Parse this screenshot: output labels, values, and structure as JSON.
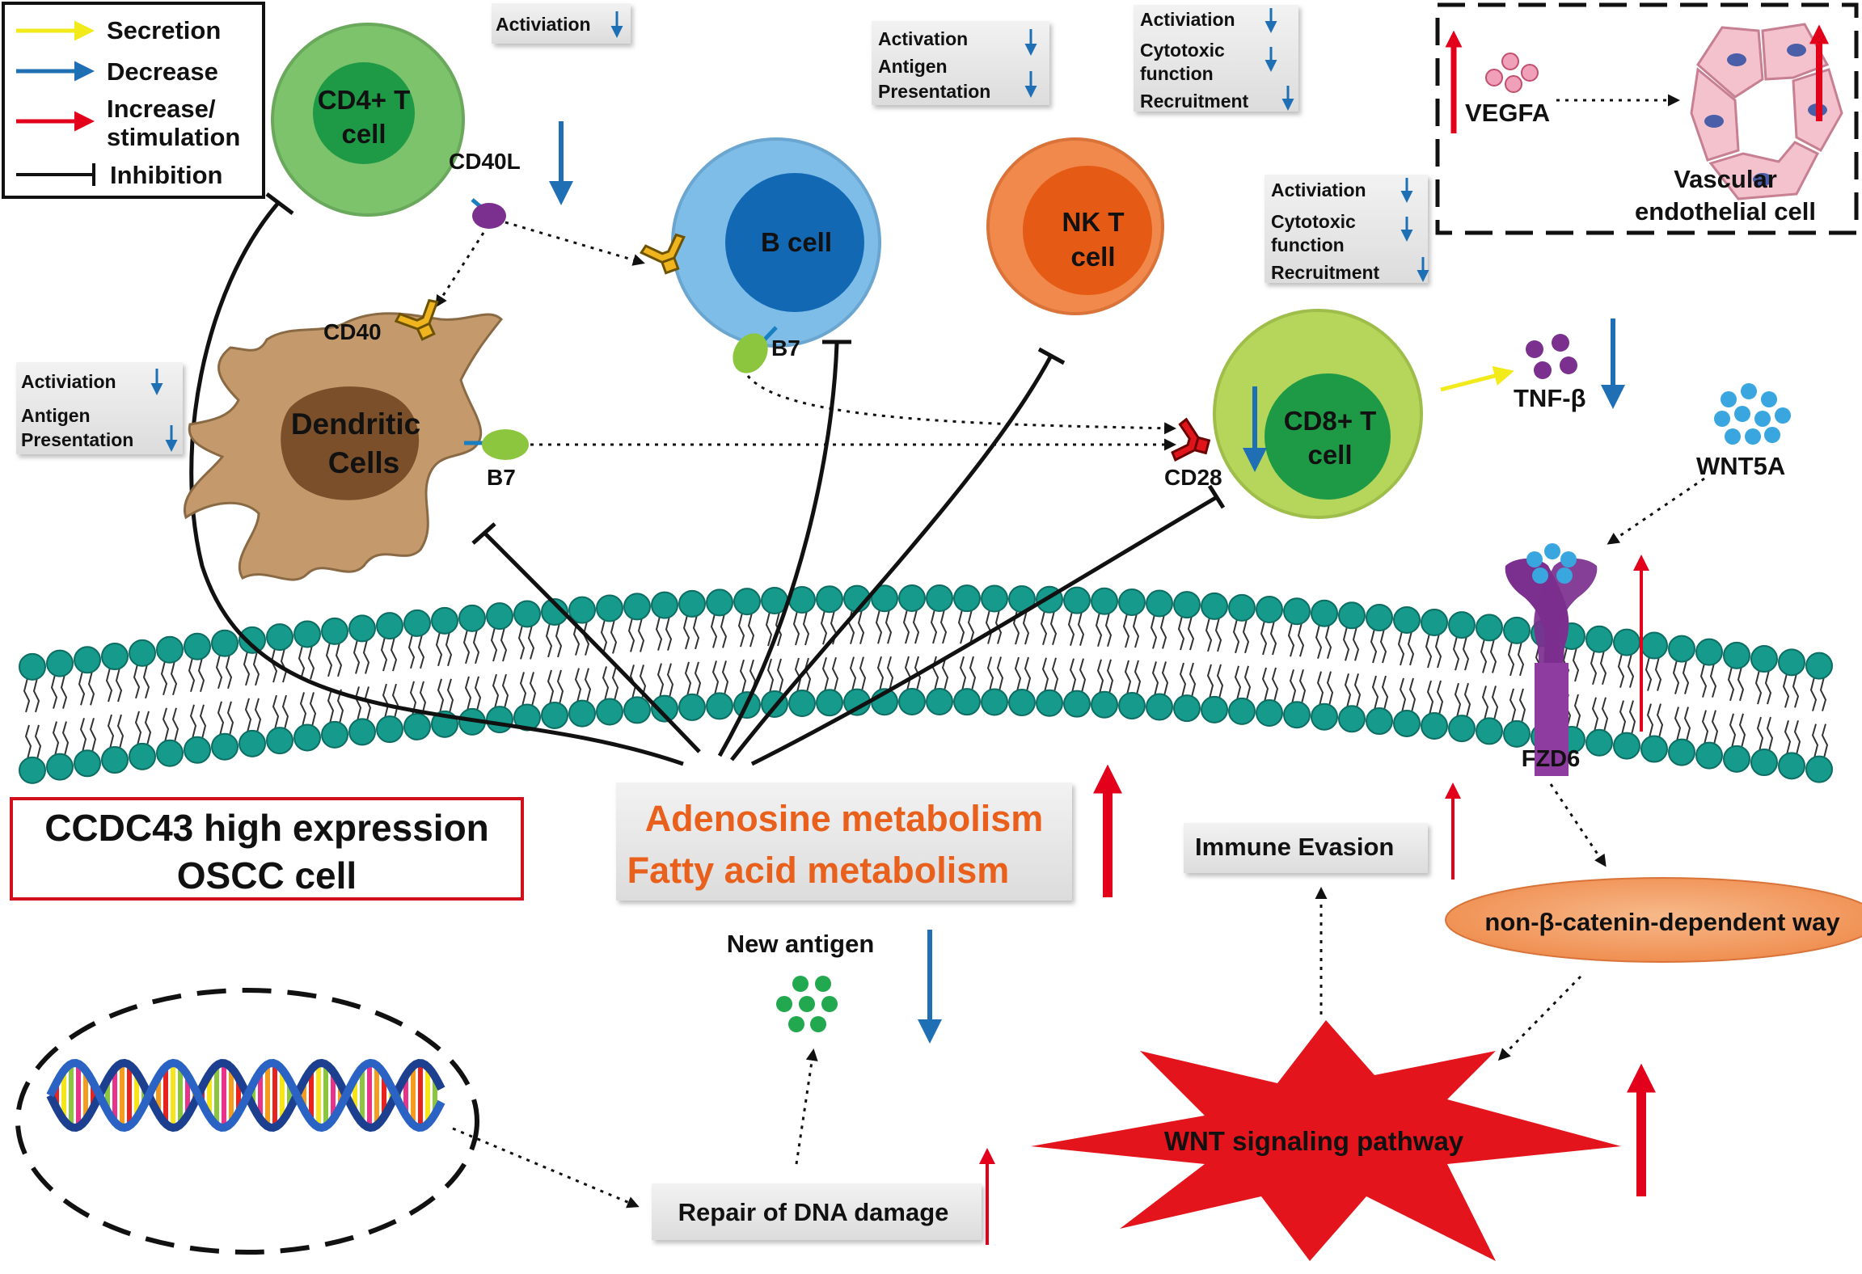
{
  "legend": {
    "secretion": "Secretion",
    "decrease": "Decrease",
    "increase_line1": "Increase/",
    "increase_line2": "stimulation",
    "inhibition": "Inhibition"
  },
  "cells": {
    "cd4_line1": "CD4+ T",
    "cd4_line2": "cell",
    "cd40l": "CD40L",
    "b_cell": "B cell",
    "b_b7": "B7",
    "nkt_line1": "NK T",
    "nkt_line2": "cell",
    "cd8_line1": "CD8+ T",
    "cd8_line2": "cell",
    "cd28": "CD28",
    "cd40": "CD40",
    "dc_line1": "Dendritic",
    "dc_line2": "Cells",
    "dc_b7": "B7"
  },
  "boxes": {
    "cd4_activation": "Activiation",
    "b_activation": "Activation",
    "b_antigen": "Antigen",
    "b_presentation": "Presentation",
    "nkt_activation": "Activiation",
    "nkt_cytotoxic": "Cytotoxic",
    "nkt_function": "function",
    "nkt_recruitment": "Recruitment",
    "cd8_activation": "Activiation",
    "cd8_cytotoxic": "Cytotoxic",
    "cd8_function": "function",
    "cd8_recruitment": "Recruitment",
    "dc_activation": "Activiation",
    "dc_antigen": "Antigen",
    "dc_presentation": "Presentation"
  },
  "vascular": {
    "vegfa": "VEGFA",
    "line1": "Vascular",
    "line2": "endothelial cell"
  },
  "secreted": {
    "tnf": "TNF-β",
    "wnt5a": "WNT5A",
    "fzd6": "FZD6"
  },
  "oscc": {
    "line1": "CCDC43 high expression",
    "line2": "OSCC cell"
  },
  "metabolism": {
    "line1": "Adenosine metabolism",
    "line2": "Fatty acid metabolism"
  },
  "pathway": {
    "immune_evasion": "Immune Evasion",
    "non_beta": "non-β-catenin-dependent way",
    "new_antigen": "New antigen",
    "wnt": "WNT signaling pathway",
    "dna_repair": "Repair of DNA damage"
  },
  "colors": {
    "secretion": "#f2ea1a",
    "decrease": "#1f6fb5",
    "increase": "#e3001b",
    "cd4_outer": "#7cc36b",
    "cd4_inner": "#1e9a47",
    "b_outer": "#7dbde8",
    "b_inner": "#1368b3",
    "nkt_outer": "#f0894b",
    "nkt_inner": "#e55a14",
    "cd8_outer": "#b5d65a",
    "cd8_inner": "#1e9a47",
    "membrane_head": "#169a8c",
    "metabolism_text": "#e8601c",
    "fzd6": "#7b2f8e",
    "wnt_star": "#e3141b"
  }
}
